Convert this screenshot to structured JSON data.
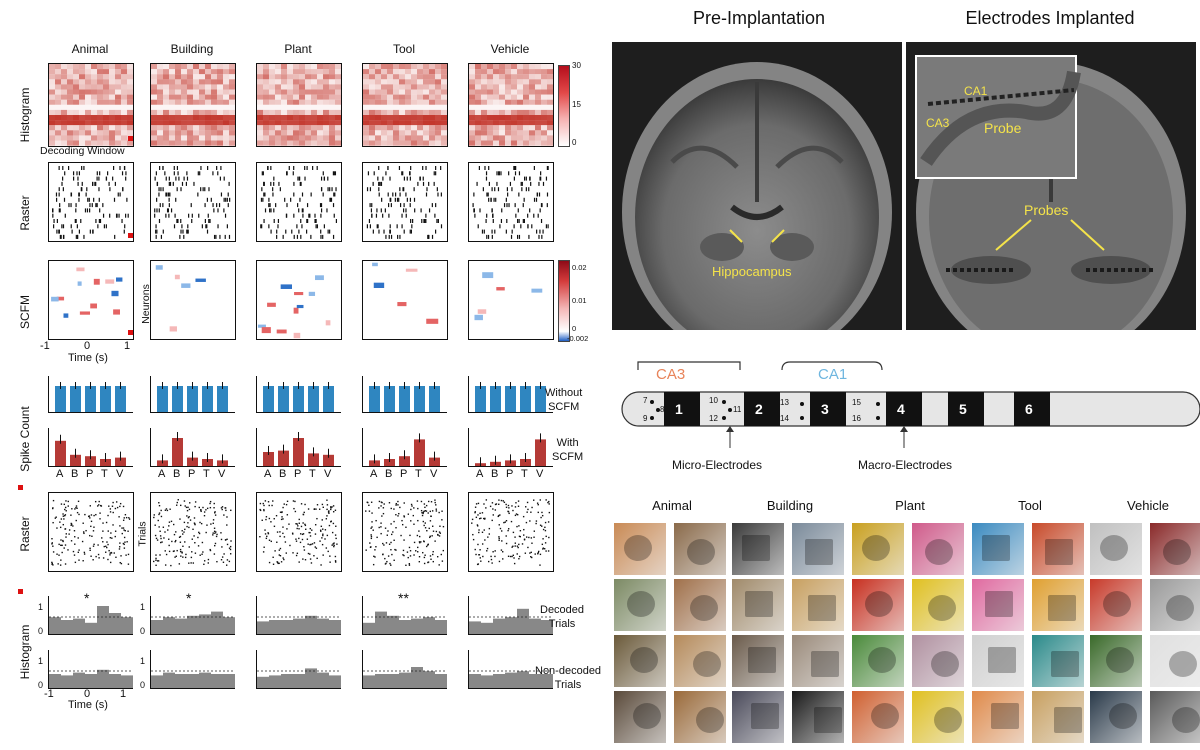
{
  "categories": [
    "Animal",
    "Building",
    "Plant",
    "Tool",
    "Vehicle"
  ],
  "row_labels": {
    "histogram_top": "Histogram",
    "raster_top": "Raster",
    "scfm": "SCFM",
    "spike_count": "Spike Count",
    "raster_bottom": "Raster",
    "histogram_bottom": "Histogram"
  },
  "side_labels": {
    "decoding_window": "Decoding Window",
    "neurons": "Neurons",
    "trials": "Trials",
    "time_s": "Time (s)",
    "without_scfm": [
      "Without",
      "SCFM"
    ],
    "with_scfm": [
      "With",
      "SCFM"
    ],
    "decoded": [
      "Decoded",
      "Trials"
    ],
    "nondecoded": [
      "Non-decoded",
      "Trials"
    ]
  },
  "colorbars": {
    "histogram": {
      "max": "30",
      "mid": "15",
      "min": "0"
    },
    "scfm": {
      "max": "0.02",
      "mid": "0.01",
      "zero": "0",
      "min": "-0.002"
    }
  },
  "axis_ticks": {
    "time": [
      "-1",
      "0",
      "1"
    ],
    "hist_y": [
      "1",
      "0"
    ],
    "bar_x": [
      "A",
      "B",
      "P",
      "T",
      "V"
    ]
  },
  "mri": {
    "left_title": "Pre-Implantation",
    "right_title": "Electrodes Implanted",
    "hippocampus": "Hippocampus",
    "probes": "Probes",
    "inset_ca1": "CA1",
    "inset_ca3": "CA3",
    "inset_probe": "Probe"
  },
  "probe": {
    "ca3": "CA3",
    "ca1": "CA1",
    "ca3_color": "#e8845a",
    "ca1_color": "#6fb6df",
    "macro_labels": [
      "1",
      "2",
      "3",
      "4",
      "5",
      "6"
    ],
    "micro_groups": [
      [
        "7",
        "8",
        "9"
      ],
      [
        "10",
        "11",
        "12"
      ],
      [
        "13",
        "14"
      ],
      [
        "15",
        "16"
      ]
    ],
    "micro_label": "Micro-Electrodes",
    "macro_label": "Macro-Electrodes"
  },
  "photo_categories": [
    "Animal",
    "Building",
    "Plant",
    "Tool",
    "Vehicle"
  ],
  "spike_count": {
    "without_scfm": [
      [
        1.0,
        1.0,
        1.0,
        1.0,
        1.0
      ],
      [
        1.0,
        1.0,
        1.0,
        1.0,
        1.0
      ],
      [
        1.0,
        1.0,
        1.0,
        1.0,
        1.0
      ],
      [
        1.0,
        1.0,
        1.0,
        1.0,
        1.0
      ],
      [
        1.0,
        1.0,
        1.0,
        1.0,
        1.0
      ]
    ],
    "with_scfm": [
      [
        0.9,
        0.4,
        0.35,
        0.25,
        0.3
      ],
      [
        0.2,
        1.0,
        0.3,
        0.25,
        0.2
      ],
      [
        0.5,
        0.55,
        1.0,
        0.45,
        0.4
      ],
      [
        0.2,
        0.25,
        0.35,
        0.95,
        0.3
      ],
      [
        0.1,
        0.15,
        0.2,
        0.25,
        0.95
      ]
    ]
  },
  "histograms": {
    "decoded": [
      [
        0.6,
        0.5,
        0.55,
        0.4,
        1.0,
        0.75,
        0.6
      ],
      [
        0.5,
        0.6,
        0.55,
        0.65,
        0.7,
        0.8,
        0.6
      ],
      [
        0.45,
        0.5,
        0.5,
        0.55,
        0.65,
        0.55,
        0.5
      ],
      [
        0.4,
        0.8,
        0.65,
        0.5,
        0.55,
        0.6,
        0.5
      ],
      [
        0.45,
        0.4,
        0.55,
        0.6,
        0.9,
        0.55,
        0.5
      ]
    ],
    "nondecoded": [
      [
        0.5,
        0.45,
        0.55,
        0.5,
        0.65,
        0.5,
        0.45
      ],
      [
        0.45,
        0.55,
        0.5,
        0.5,
        0.55,
        0.5,
        0.5
      ],
      [
        0.4,
        0.45,
        0.5,
        0.5,
        0.7,
        0.55,
        0.45
      ],
      [
        0.45,
        0.5,
        0.5,
        0.55,
        0.75,
        0.6,
        0.5
      ],
      [
        0.5,
        0.45,
        0.5,
        0.55,
        0.6,
        0.5,
        0.5
      ]
    ],
    "stars": [
      "*",
      "*",
      "",
      "**",
      ""
    ]
  }
}
